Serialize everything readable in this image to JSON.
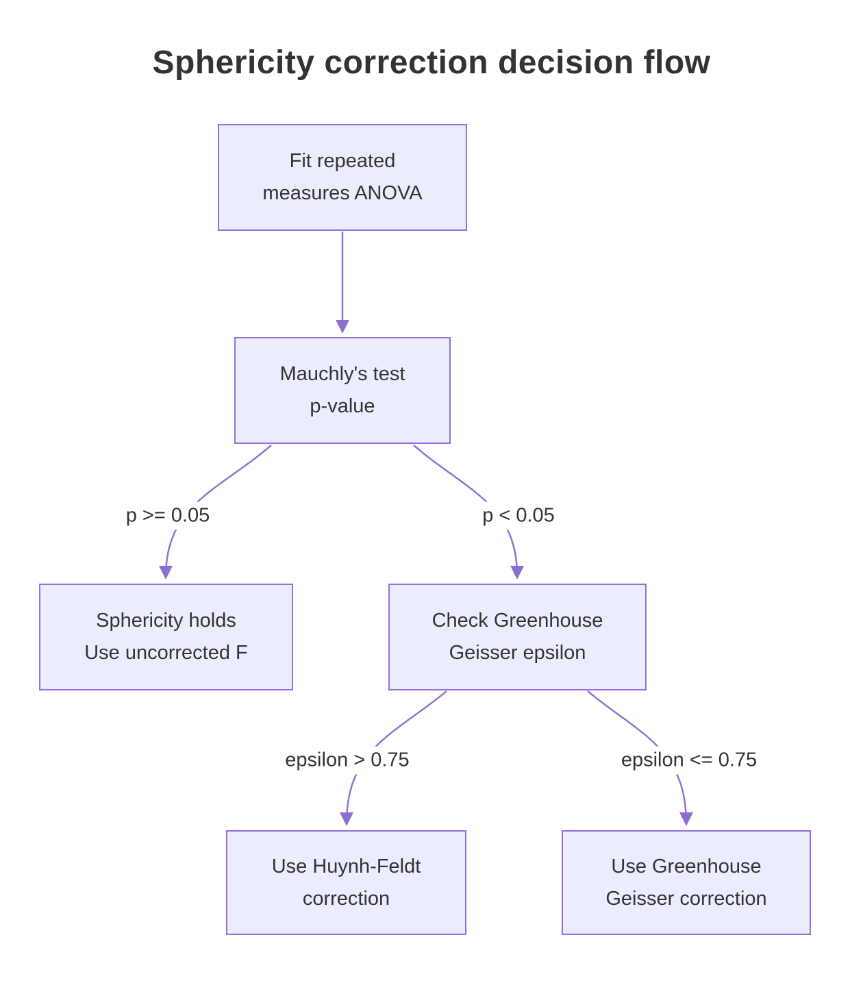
{
  "title": "Sphericity correction decision flow",
  "diagram": {
    "type": "flowchart",
    "direction": "top-down",
    "nodes": [
      {
        "id": "fit-anova",
        "label": "Fit repeated\nmeasures ANOVA"
      },
      {
        "id": "mauchly-test",
        "label": "Mauchly's test\np-value"
      },
      {
        "id": "sphericity-holds",
        "label": "Sphericity holds\nUse uncorrected F"
      },
      {
        "id": "check-gg-epsilon",
        "label": "Check Greenhouse\nGeisser epsilon"
      },
      {
        "id": "huynh-feldt",
        "label": "Use Huynh-Feldt\ncorrection"
      },
      {
        "id": "greenhouse-geisser",
        "label": "Use Greenhouse\nGeisser correction"
      }
    ],
    "edges": [
      {
        "from": "fit-anova",
        "to": "mauchly-test",
        "label": ""
      },
      {
        "from": "mauchly-test",
        "to": "sphericity-holds",
        "label": "p >= 0.05"
      },
      {
        "from": "mauchly-test",
        "to": "check-gg-epsilon",
        "label": "p < 0.05"
      },
      {
        "from": "check-gg-epsilon",
        "to": "huynh-feldt",
        "label": "epsilon > 0.75"
      },
      {
        "from": "check-gg-epsilon",
        "to": "greenhouse-geisser",
        "label": "epsilon <= 0.75"
      }
    ],
    "colors": {
      "node_fill": "#ECECFF",
      "node_border": "#9370DB",
      "edge_stroke": "#8E75D3",
      "arrowhead": "#8C6ED0",
      "text": "#333333",
      "title_text": "#333333",
      "background": "#FFFFFF"
    }
  }
}
